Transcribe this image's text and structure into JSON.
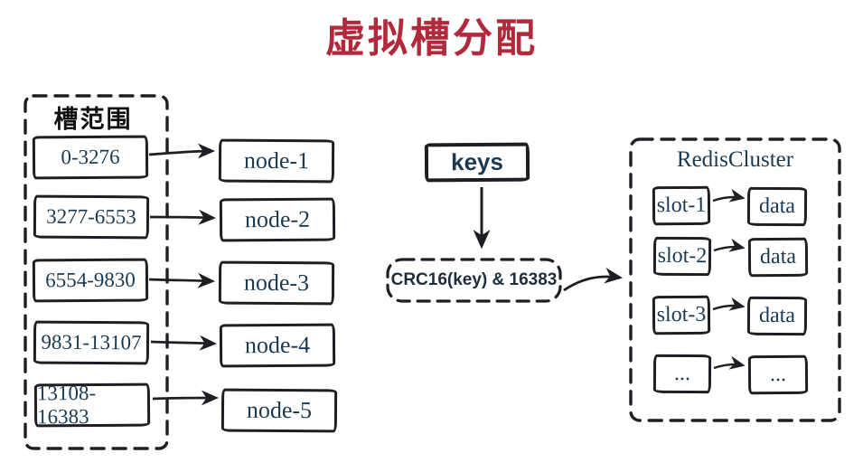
{
  "title": "虚拟槽分配",
  "colors": {
    "title_accent": "#b2293c",
    "ink": "#1e1e24",
    "label_text": "#1b3a52"
  },
  "left_panel": {
    "label": "槽范围",
    "ranges": [
      "0-3276",
      "3277-6553",
      "6554-9830",
      "9831-13107",
      "13108-16383"
    ]
  },
  "nodes": [
    "node-1",
    "node-2",
    "node-3",
    "node-4",
    "node-5"
  ],
  "flow": {
    "keys_label": "keys",
    "hash_formula": "CRC16(key) & 16383"
  },
  "cluster": {
    "label": "RedisCluster",
    "rows": [
      {
        "slot": "slot-1",
        "data": "data"
      },
      {
        "slot": "slot-2",
        "data": "data"
      },
      {
        "slot": "slot-3",
        "data": "data"
      },
      {
        "slot": "...",
        "data": "..."
      }
    ]
  }
}
